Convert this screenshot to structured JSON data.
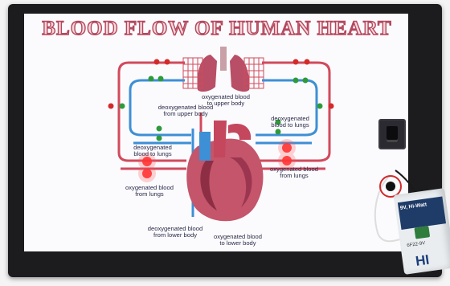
{
  "title": "BLOOD FLOW OF HUMAN HEART",
  "labels": {
    "oxy_upper": "oxygenated blood\nto upper body",
    "deoxy_upper": "deoxygenated blood\nfrom upper body",
    "deoxy_lungs_right": "deoxygenated\nblood to lungs",
    "deoxy_lungs_left": "deoxygenated\nblood to lungs",
    "oxy_from_lungs_right": "oxygenated blood\nfrom lungs",
    "oxy_from_lungs_left": "oxygenated blood\nfrom lungs",
    "deoxy_lower": "deoxygenated blood\nfrom lower body",
    "oxy_lower": "oxygenated blood\nto lower body"
  },
  "battery": {
    "text": "9V, Hi-Watt",
    "brand": "HI",
    "mark": "6F22-9V"
  },
  "colors": {
    "artery": "#d24a5c",
    "vein": "#3d8fd6",
    "led_red_on": "#ff2a2a",
    "led_green": "#2f9a3a",
    "board": "#1c1c1e"
  }
}
